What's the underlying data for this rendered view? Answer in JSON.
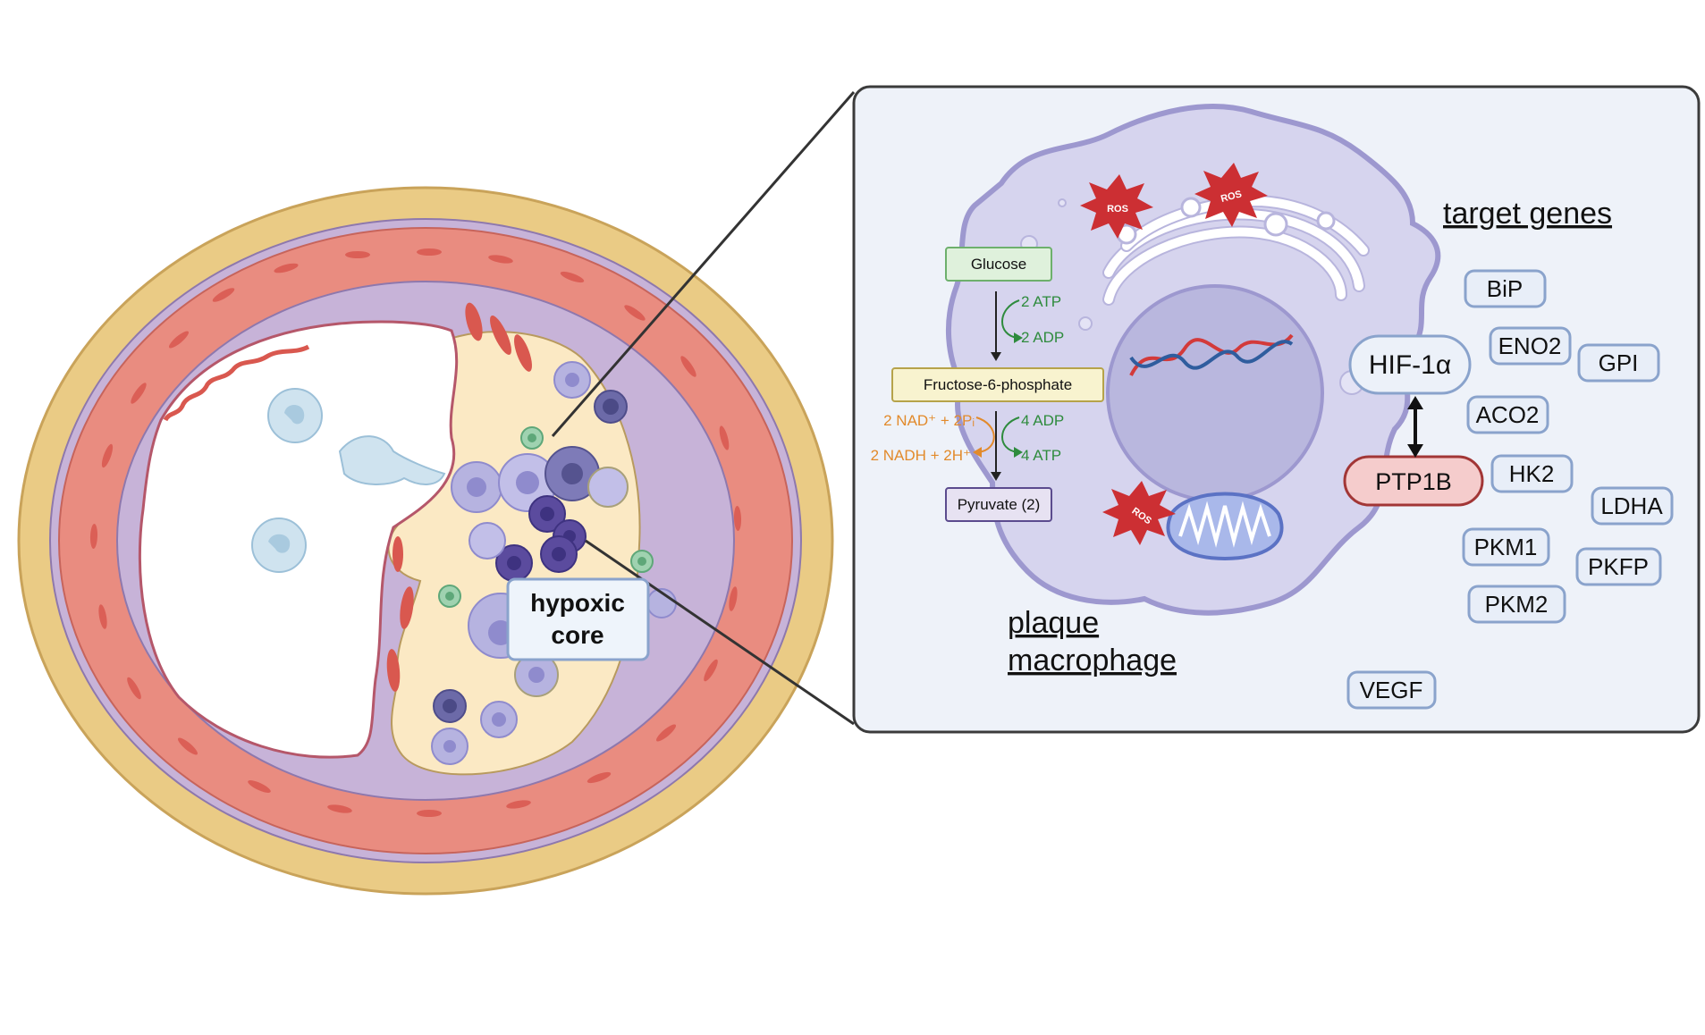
{
  "artery": {
    "callout_label_line1": "hypoxic",
    "callout_label_line2": "core"
  },
  "cell": {
    "title_line1": "plaque ",
    "title_line2": "macrophage",
    "ros_labels": [
      "ROS",
      "ROS",
      "ROS"
    ]
  },
  "glycolysis": {
    "glucose": "Glucose",
    "f6p": "Fructose-6-phosphate",
    "pyruvate": "Pyruvate (2)",
    "step1_in": "2 ATP",
    "step1_out": "2 ADP",
    "step2_in": "4 ADP",
    "step2_out": "4 ATP",
    "nad_in": "2 NAD⁺ + 2Pᵢ",
    "nad_out": "2 NADH + 2H⁺"
  },
  "regulators": {
    "hif": "HIF-1α",
    "ptp1b": "PTP1B"
  },
  "target_genes": {
    "heading": "target genes",
    "items": [
      "BiP",
      "ENO2",
      "GPI",
      "ACO2",
      "HK2",
      "LDHA",
      "PKM1",
      "PKFP",
      "PKM2",
      "VEGF"
    ]
  },
  "colors": {
    "adventitia": "#eacb85",
    "media": "#e98c80",
    "intima": "#c7b3d8",
    "plaque_core": "#fbe9c4",
    "cell_body": "#d6d4ee",
    "nucleus": "#b9b7de",
    "panel_bg": "#eef2f9",
    "gene_box": "#e8eef8",
    "gene_border": "#8aa3cc",
    "ptp1b_fill": "#f5cccc",
    "ptp1b_border": "#a23636",
    "ros": "#cc2f33",
    "green_text": "#2e8b3d",
    "orange_text": "#e28a2b"
  }
}
